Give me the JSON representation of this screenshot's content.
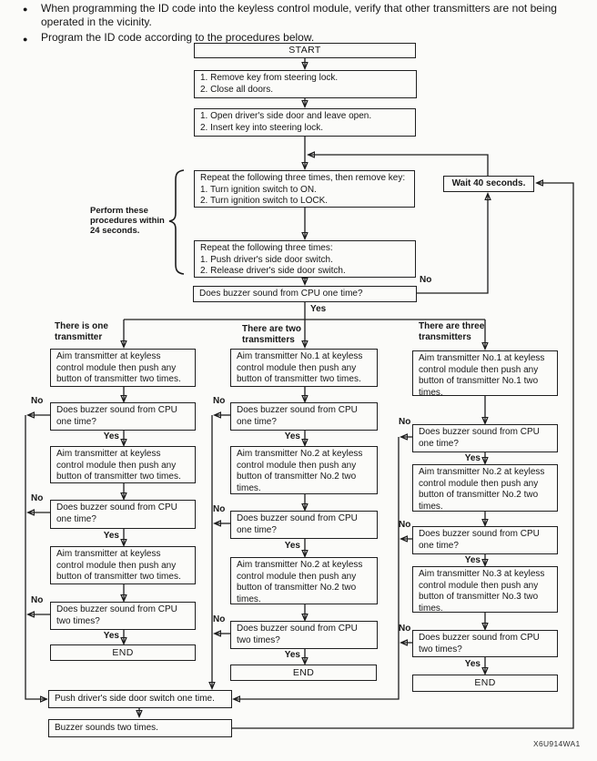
{
  "intro": {
    "bullets": [
      "When programming the ID code into the keyless control module, verify that other transmitters are not being operated in the vicinity.",
      "Program the ID code according to the procedures below."
    ]
  },
  "labels": {
    "yes": "Yes",
    "no": "No"
  },
  "flow": {
    "start": "START",
    "remove_key": "1.  Remove key from steering lock.\n2.  Close all doors.",
    "open_door": "1.  Open driver's side door and leave open.\n2.  Insert key into steering lock.",
    "repeat_ignition": "Repeat the following three times, then remove key:\n1.  Turn ignition switch to ON.\n2.  Turn ignition switch to LOCK.",
    "wait": "Wait 40 seconds.",
    "perform_note": "Perform these\nprocedures within\n24 seconds.",
    "repeat_door_switch": "Repeat the following three times:\n1.  Push driver's side door switch.\n2.  Release driver's side door switch.",
    "buzzer_question_one": "Does buzzer sound from CPU one time?",
    "push_door_switch": "Push driver's side door switch one time.",
    "buzzer_sounds": "Buzzer sounds two times.",
    "columns": [
      {
        "header": "There is one\ntransmitter",
        "aim1": "Aim transmitter at keyless control module then push any button of transmitter two times.",
        "q1": "Does buzzer sound from CPU one time?",
        "aim2": "Aim transmitter at keyless control module then push any button of transmitter two times.",
        "q2": "Does buzzer sound from CPU one time?",
        "aim3": "Aim transmitter at keyless control module then push any button of transmitter two times.",
        "q3": "Does buzzer sound from CPU two times?",
        "end": "END"
      },
      {
        "header": "There are two\ntransmitters",
        "aim1": "Aim transmitter No.1 at keyless control module then push any button of transmitter two times.",
        "q1": "Does buzzer sound from CPU one time?",
        "aim2": "Aim transmitter No.2 at keyless control module then push any button of transmitter No.2 two times.",
        "q2": "Does buzzer sound from CPU one time?",
        "aim3": "Aim transmitter No.2 at keyless control module then push any button of transmitter No.2 two times.",
        "q3": "Does buzzer sound from CPU two times?",
        "end": "END"
      },
      {
        "header": "There are three\ntransmitters",
        "aim1": "Aim transmitter No.1 at keyless control module then push any button of transmitter No.1 two times.",
        "q1": "Does buzzer sound from CPU one time?",
        "aim2": "Aim transmitter No.2 at keyless control module then push any button of transmitter No.2 two times.",
        "q2": "Does buzzer sound from CPU one time?",
        "aim3": "Aim transmitter No.3 at keyless control module then push any button of transmitter No.3 two times.",
        "q3": "Does buzzer sound from CPU two times?",
        "end": "END"
      }
    ]
  },
  "figure_code": "X6U914WA1"
}
